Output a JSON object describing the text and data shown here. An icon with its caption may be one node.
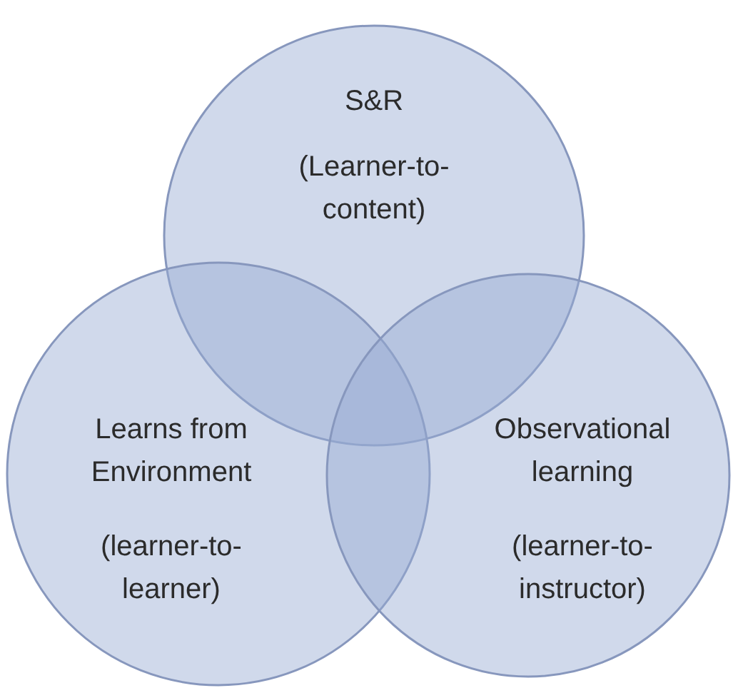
{
  "diagram": {
    "nodes": [
      {
        "text": [
          "S&R",
          "(Learner-to-content)"
        ]
      },
      {
        "text": [
          "Learns from Environment",
          "(learner-to-learner)"
        ]
      },
      {
        "text": [
          "Observational learning",
          "(learner-to-instructor)"
        ]
      }
    ]
  }
}
